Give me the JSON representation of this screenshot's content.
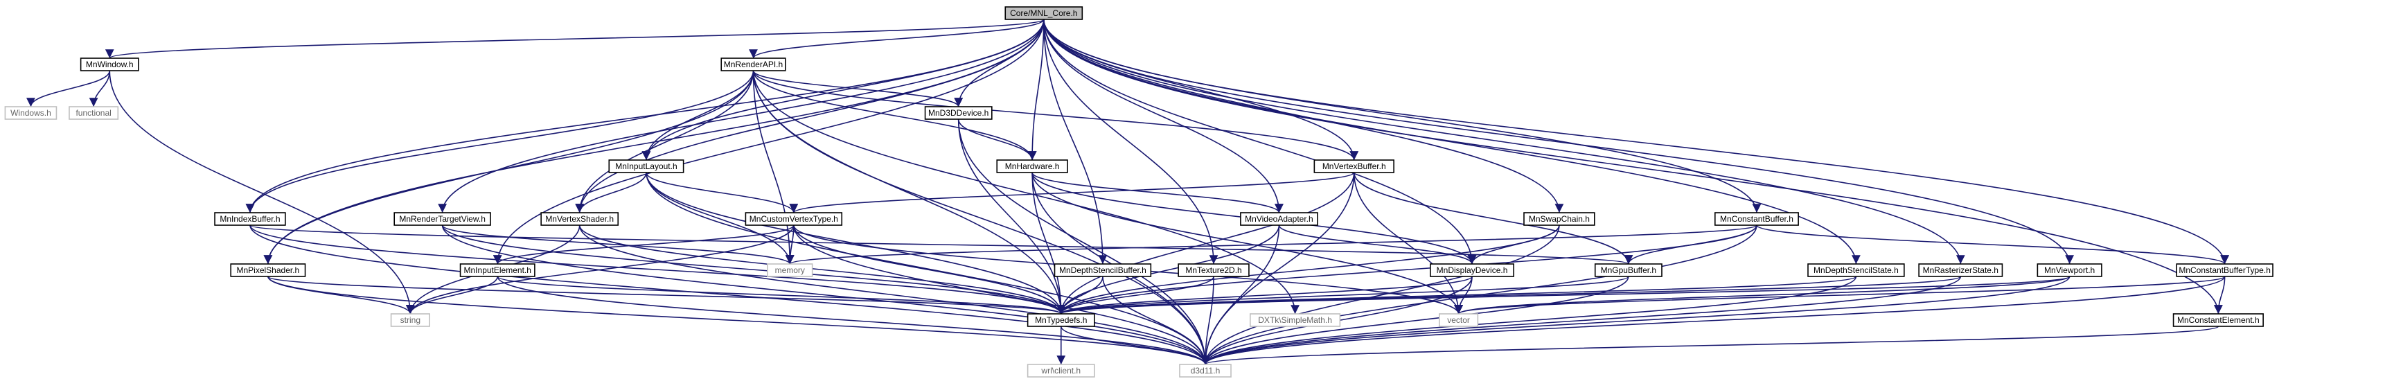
{
  "graph": {
    "title": "",
    "edge_color": "#191970",
    "root_fill": "#bfbfbf",
    "system_border": "#bfbfbf",
    "nodes": [
      {
        "id": "core",
        "label": "Core/MNL_Core.h",
        "kind": "root"
      },
      {
        "id": "window",
        "label": "MnWindow.h",
        "kind": "local"
      },
      {
        "id": "windows",
        "label": "Windows.h",
        "kind": "system"
      },
      {
        "id": "functional",
        "label": "functional",
        "kind": "system"
      },
      {
        "id": "renderapi",
        "label": "MnRenderAPI.h",
        "kind": "local"
      },
      {
        "id": "d3ddevice",
        "label": "MnD3DDevice.h",
        "kind": "local"
      },
      {
        "id": "hardware",
        "label": "MnHardware.h",
        "kind": "local"
      },
      {
        "id": "inputlayout",
        "label": "MnInputLayout.h",
        "kind": "local"
      },
      {
        "id": "vertexbuffer",
        "label": "MnVertexBuffer.h",
        "kind": "local"
      },
      {
        "id": "indexbuffer",
        "label": "MnIndexBuffer.h",
        "kind": "local"
      },
      {
        "id": "rendertargetview",
        "label": "MnRenderTargetView.h",
        "kind": "local"
      },
      {
        "id": "vertexshader",
        "label": "MnVertexShader.h",
        "kind": "local"
      },
      {
        "id": "customvertextype",
        "label": "MnCustomVertexType.h",
        "kind": "local"
      },
      {
        "id": "videoadapter",
        "label": "MnVideoAdapter.h",
        "kind": "local"
      },
      {
        "id": "swapchain",
        "label": "MnSwapChain.h",
        "kind": "local"
      },
      {
        "id": "constantbuffer",
        "label": "MnConstantBuffer.h",
        "kind": "local"
      },
      {
        "id": "pixelshader",
        "label": "MnPixelShader.h",
        "kind": "local"
      },
      {
        "id": "inputelement",
        "label": "MnInputElement.h",
        "kind": "local"
      },
      {
        "id": "memory",
        "label": "memory",
        "kind": "system"
      },
      {
        "id": "depthstencilbuffer",
        "label": "MnDepthStencilBuffer.h",
        "kind": "local"
      },
      {
        "id": "texture2d",
        "label": "MnTexture2D.h",
        "kind": "local"
      },
      {
        "id": "displaydevice",
        "label": "MnDisplayDevice.h",
        "kind": "local"
      },
      {
        "id": "gpubuffer",
        "label": "MnGpuBuffer.h",
        "kind": "local"
      },
      {
        "id": "depthstencilstate",
        "label": "MnDepthStencilState.h",
        "kind": "local"
      },
      {
        "id": "rasterizerstate",
        "label": "MnRasterizerState.h",
        "kind": "local"
      },
      {
        "id": "viewport",
        "label": "MnViewport.h",
        "kind": "local"
      },
      {
        "id": "constantbuffertype",
        "label": "MnConstantBufferType.h",
        "kind": "local"
      },
      {
        "id": "string",
        "label": "string",
        "kind": "system"
      },
      {
        "id": "typedefs",
        "label": "MnTypedefs.h",
        "kind": "local"
      },
      {
        "id": "dxtk",
        "label": "DXTk\\SimpleMath.h",
        "kind": "system"
      },
      {
        "id": "vector",
        "label": "vector",
        "kind": "system"
      },
      {
        "id": "constantelement",
        "label": "MnConstantElement.h",
        "kind": "local"
      },
      {
        "id": "wrlclient",
        "label": "wrl\\client.h",
        "kind": "system"
      },
      {
        "id": "d3d11",
        "label": "d3d11.h",
        "kind": "system"
      }
    ],
    "edges": [
      [
        "core",
        "window"
      ],
      [
        "core",
        "renderapi"
      ],
      [
        "core",
        "d3ddevice"
      ],
      [
        "core",
        "hardware"
      ],
      [
        "core",
        "inputlayout"
      ],
      [
        "core",
        "vertexbuffer"
      ],
      [
        "core",
        "indexbuffer"
      ],
      [
        "core",
        "rendertargetview"
      ],
      [
        "core",
        "vertexshader"
      ],
      [
        "core",
        "videoadapter"
      ],
      [
        "core",
        "swapchain"
      ],
      [
        "core",
        "constantbuffer"
      ],
      [
        "core",
        "pixelshader"
      ],
      [
        "core",
        "inputelement"
      ],
      [
        "core",
        "depthstencilbuffer"
      ],
      [
        "core",
        "texture2d"
      ],
      [
        "core",
        "displaydevice"
      ],
      [
        "core",
        "depthstencilstate"
      ],
      [
        "core",
        "rasterizerstate"
      ],
      [
        "core",
        "viewport"
      ],
      [
        "core",
        "constantbuffertype"
      ],
      [
        "core",
        "constantelement"
      ],
      [
        "window",
        "windows"
      ],
      [
        "window",
        "functional"
      ],
      [
        "window",
        "string"
      ],
      [
        "renderapi",
        "d3ddevice"
      ],
      [
        "renderapi",
        "hardware"
      ],
      [
        "renderapi",
        "inputlayout"
      ],
      [
        "renderapi",
        "vertexbuffer"
      ],
      [
        "renderapi",
        "indexbuffer"
      ],
      [
        "renderapi",
        "vertexshader"
      ],
      [
        "renderapi",
        "pixelshader"
      ],
      [
        "renderapi",
        "memory"
      ],
      [
        "renderapi",
        "typedefs"
      ],
      [
        "renderapi",
        "d3d11"
      ],
      [
        "renderapi",
        "dxtk"
      ],
      [
        "d3ddevice",
        "hardware"
      ],
      [
        "d3ddevice",
        "typedefs"
      ],
      [
        "d3ddevice",
        "d3d11"
      ],
      [
        "hardware",
        "videoadapter"
      ],
      [
        "hardware",
        "displaydevice"
      ],
      [
        "hardware",
        "typedefs"
      ],
      [
        "hardware",
        "d3d11"
      ],
      [
        "hardware",
        "vector"
      ],
      [
        "inputlayout",
        "vertexshader"
      ],
      [
        "inputlayout",
        "customvertextype"
      ],
      [
        "inputlayout",
        "memory"
      ],
      [
        "inputlayout",
        "typedefs"
      ],
      [
        "inputlayout",
        "d3d11"
      ],
      [
        "vertexbuffer",
        "customvertextype"
      ],
      [
        "vertexbuffer",
        "gpubuffer"
      ],
      [
        "vertexbuffer",
        "typedefs"
      ],
      [
        "vertexbuffer",
        "d3d11"
      ],
      [
        "vertexbuffer",
        "vector"
      ],
      [
        "indexbuffer",
        "gpubuffer"
      ],
      [
        "indexbuffer",
        "typedefs"
      ],
      [
        "indexbuffer",
        "d3d11"
      ],
      [
        "rendertargetview",
        "memory"
      ],
      [
        "rendertargetview",
        "typedefs"
      ],
      [
        "rendertargetview",
        "d3d11"
      ],
      [
        "vertexshader",
        "string"
      ],
      [
        "vertexshader",
        "typedefs"
      ],
      [
        "vertexshader",
        "d3d11"
      ],
      [
        "customvertextype",
        "inputelement"
      ],
      [
        "customvertextype",
        "memory"
      ],
      [
        "customvertextype",
        "string"
      ],
      [
        "customvertextype",
        "vector"
      ],
      [
        "customvertextype",
        "typedefs"
      ],
      [
        "customvertextype",
        "d3d11"
      ],
      [
        "videoadapter",
        "displaydevice"
      ],
      [
        "videoadapter",
        "typedefs"
      ],
      [
        "videoadapter",
        "d3d11"
      ],
      [
        "swapchain",
        "displaydevice"
      ],
      [
        "swapchain",
        "typedefs"
      ],
      [
        "swapchain",
        "d3d11"
      ],
      [
        "constantbuffer",
        "gpubuffer"
      ],
      [
        "constantbuffer",
        "constantbuffertype"
      ],
      [
        "constantbuffer",
        "memory"
      ],
      [
        "constantbuffer",
        "typedefs"
      ],
      [
        "constantbuffer",
        "d3d11"
      ],
      [
        "pixelshader",
        "string"
      ],
      [
        "pixelshader",
        "typedefs"
      ],
      [
        "pixelshader",
        "d3d11"
      ],
      [
        "inputelement",
        "string"
      ],
      [
        "inputelement",
        "typedefs"
      ],
      [
        "inputelement",
        "d3d11"
      ],
      [
        "depthstencilbuffer",
        "typedefs"
      ],
      [
        "depthstencilbuffer",
        "d3d11"
      ],
      [
        "texture2d",
        "typedefs"
      ],
      [
        "texture2d",
        "d3d11"
      ],
      [
        "displaydevice",
        "typedefs"
      ],
      [
        "displaydevice",
        "d3d11"
      ],
      [
        "displaydevice",
        "vector"
      ],
      [
        "gpubuffer",
        "typedefs"
      ],
      [
        "gpubuffer",
        "d3d11"
      ],
      [
        "depthstencilstate",
        "typedefs"
      ],
      [
        "depthstencilstate",
        "d3d11"
      ],
      [
        "rasterizerstate",
        "typedefs"
      ],
      [
        "rasterizerstate",
        "d3d11"
      ],
      [
        "viewport",
        "typedefs"
      ],
      [
        "viewport",
        "d3d11"
      ],
      [
        "viewport",
        "vector"
      ],
      [
        "constantbuffertype",
        "constantelement"
      ],
      [
        "constantbuffertype",
        "vector"
      ],
      [
        "constantbuffertype",
        "d3d11"
      ],
      [
        "constantelement",
        "d3d11"
      ],
      [
        "typedefs",
        "wrlclient"
      ],
      [
        "typedefs",
        "d3d11"
      ]
    ]
  }
}
